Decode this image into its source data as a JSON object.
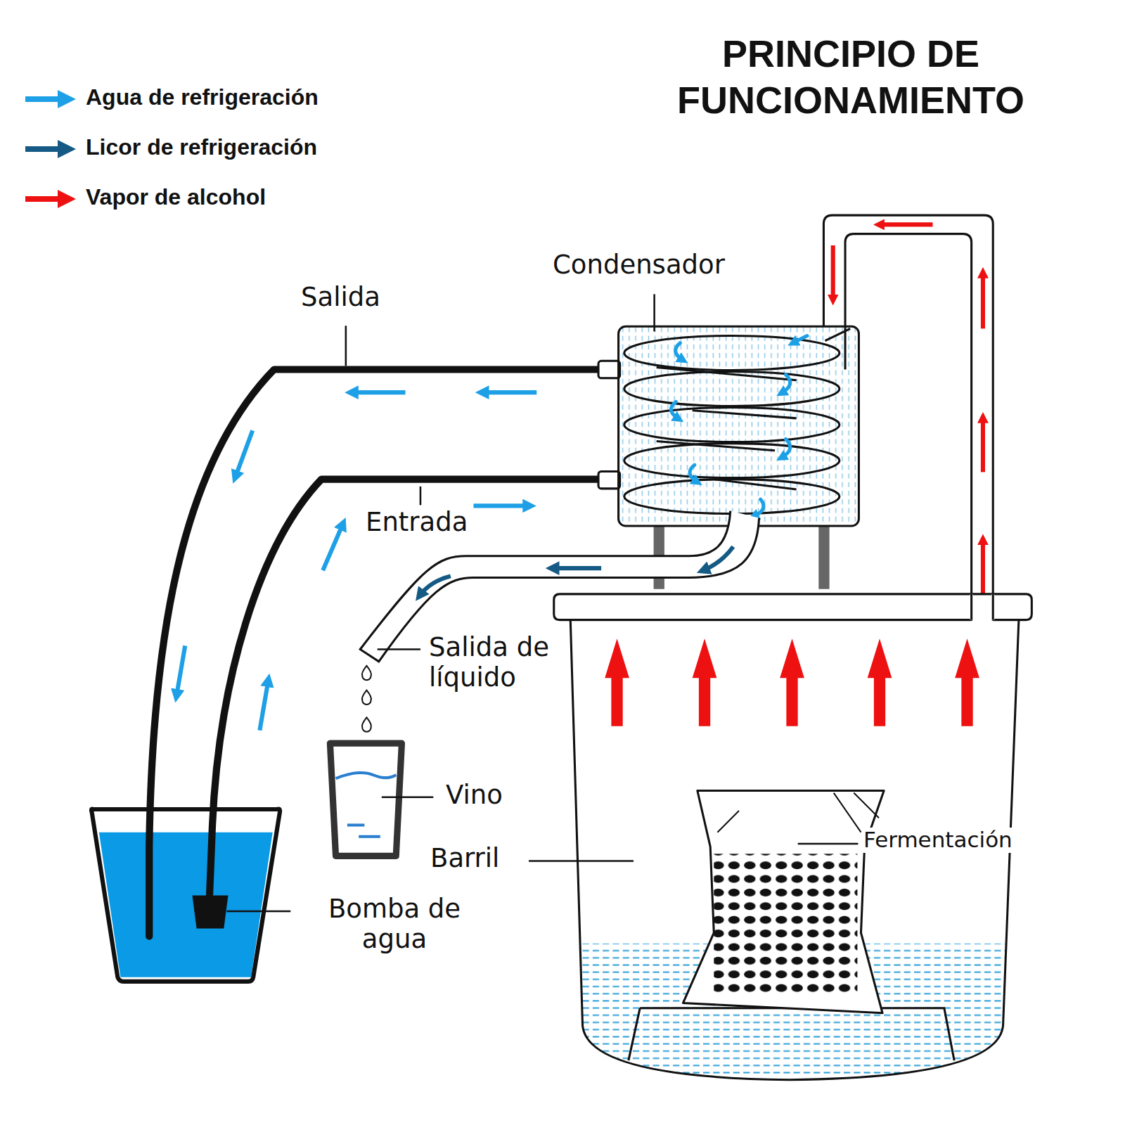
{
  "diagram": {
    "title": "PRINCIPIO DE FUNCIONAMIENTO",
    "labels": [
      "Salida",
      "Condensador",
      "Entrada",
      "Salida de líquido",
      "Vino",
      "Barril",
      "Bomba de agua",
      "Fermentación"
    ],
    "legend": [
      {
        "text": "Agua de refrigeración",
        "color": "#1ea0e6"
      },
      {
        "text": "Licor de refrigeración",
        "color": "#145a84"
      },
      {
        "text": "Vapor de alcohol",
        "color": "#ee1111"
      }
    ]
  }
}
